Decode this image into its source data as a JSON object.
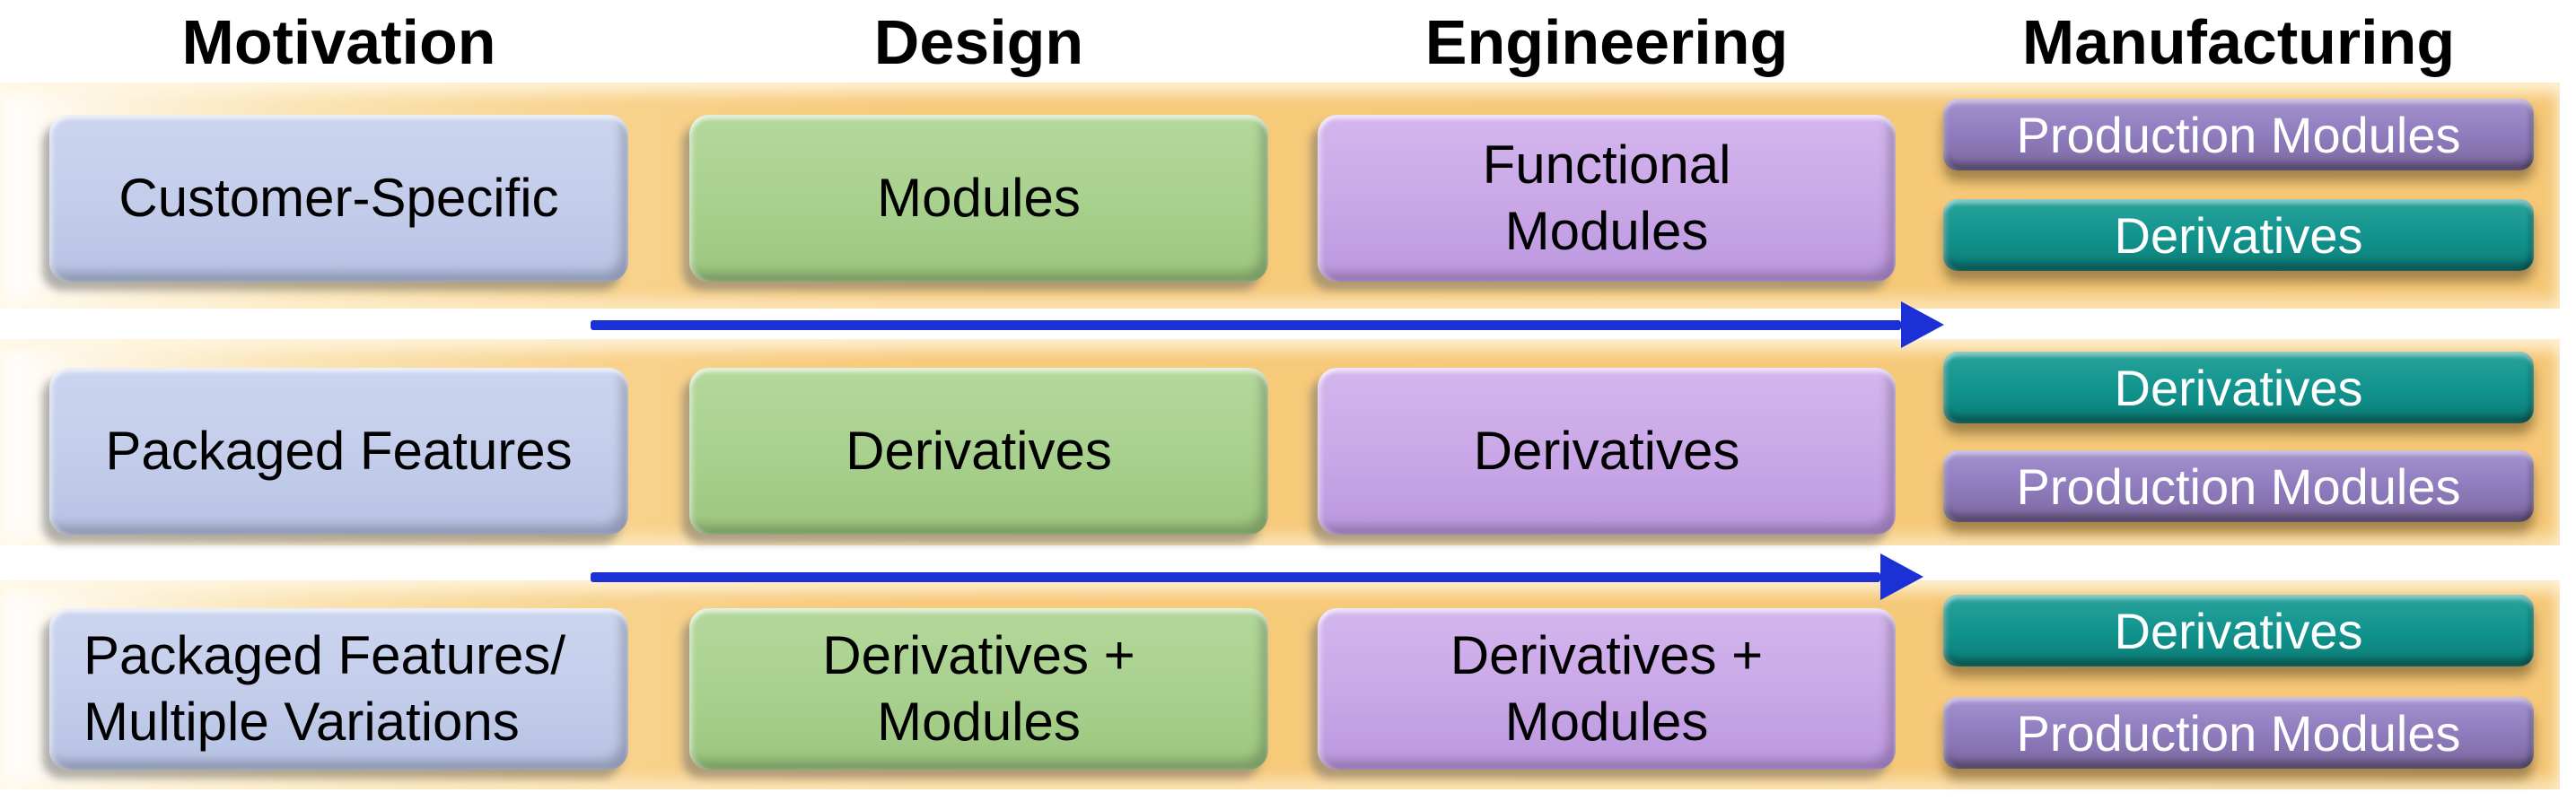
{
  "header": {
    "columns": [
      "Motivation",
      "Design",
      "Engineering",
      "Manufacturing"
    ]
  },
  "rows": [
    {
      "motivation": [
        "Customer-Specific"
      ],
      "design": [
        "Modules"
      ],
      "engineering": [
        "Functional",
        "Modules"
      ],
      "manufacturing": [
        {
          "color": "purple",
          "label": "Production Modules"
        },
        {
          "color": "teal",
          "label": "Derivatives"
        }
      ]
    },
    {
      "motivation": [
        "Packaged Features"
      ],
      "design": [
        "Derivatives"
      ],
      "engineering": [
        "Derivatives"
      ],
      "manufacturing": [
        {
          "color": "teal",
          "label": "Derivatives"
        },
        {
          "color": "purple",
          "label": "Production Modules"
        }
      ]
    },
    {
      "motivation": [
        "Packaged Features/",
        "Multiple Variations"
      ],
      "design": [
        "Derivatives +",
        "Modules"
      ],
      "engineering": [
        "Derivatives +",
        "Modules"
      ],
      "manufacturing": [
        {
          "color": "teal",
          "label": "Derivatives"
        },
        {
          "color": "purple",
          "label": "Production Modules"
        }
      ]
    }
  ],
  "colors": {
    "band_orange": "#f7ca7b",
    "motivation_box": "#c3cdea",
    "design_box": "#a8d08d",
    "engineering_box": "#c9a7e7",
    "production_modules_pill": "#8f7cbe",
    "derivatives_pill": "#12948e",
    "arrow_blue": "#1b31d6",
    "text_dark": "#000000",
    "text_light": "#ffffff"
  }
}
